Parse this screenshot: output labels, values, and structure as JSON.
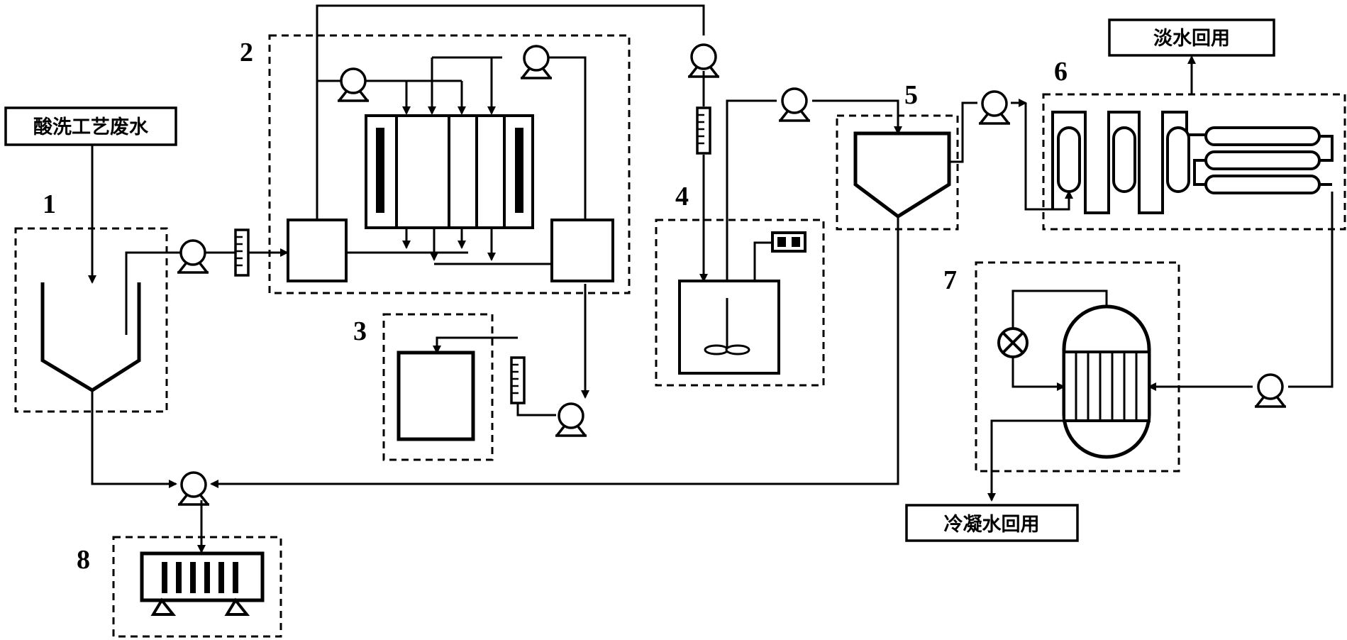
{
  "unit_labels": {
    "u1": "1",
    "u2": "2",
    "u3": "3",
    "u4": "4",
    "u5": "5",
    "u6": "6",
    "u7": "7",
    "u8": "8"
  },
  "text_boxes": {
    "inflow": "酸洗工艺废水",
    "fresh_water_reuse": "淡水回用",
    "condensate_reuse": "冷凝水回用"
  },
  "colors": {
    "line": "#000000",
    "background": "#ffffff"
  }
}
